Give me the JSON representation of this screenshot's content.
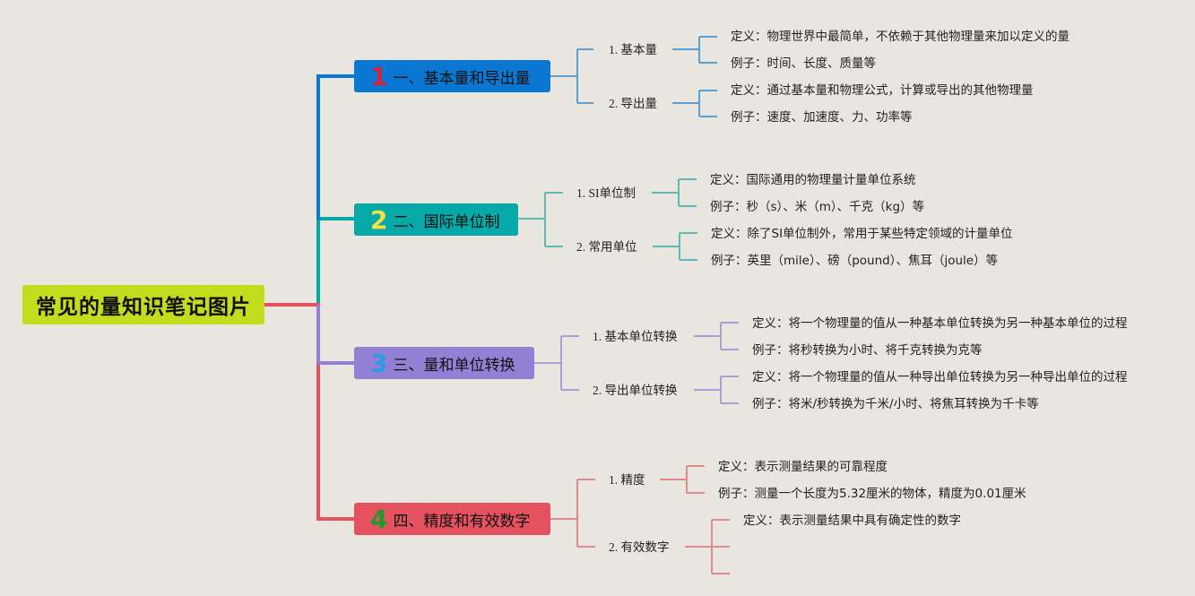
{
  "root": {
    "title": "常见的量知识笔记图片",
    "color": "#c3dc1e"
  },
  "branches": [
    {
      "num": "1",
      "label": "一、基本量和导出量",
      "color": "#0a78d2",
      "num_color": "#d8223a",
      "line_color": "#5b9fd3",
      "subs": [
        {
          "label": "1. 基本量",
          "leaves": [
            "定义：物理世界中最简单，不依赖于其他物理量来加以定义的量",
            "例子：时间、长度、质量等"
          ]
        },
        {
          "label": "2. 导出量",
          "leaves": [
            "定义：通过基本量和物理公式，计算或导出的其他物理量",
            "例子：速度、加速度、力、功率等"
          ]
        }
      ]
    },
    {
      "num": "2",
      "label": "二、国际单位制",
      "color": "#06a8a8",
      "num_color": "#f2e24a",
      "line_color": "#5fb9b6",
      "subs": [
        {
          "label": "1. SI单位制",
          "leaves": [
            "定义：国际通用的物理量计量单位系统",
            "例子：秒（s）、米（m）、千克（kg）等"
          ]
        },
        {
          "label": "2. 常用单位",
          "leaves": [
            "定义：除了SI单位制外，常用于某些特定领域的计量单位",
            "例子：英里（mile）、磅（pound）、焦耳（joule）等"
          ]
        }
      ]
    },
    {
      "num": "3",
      "label": "三、量和单位转换",
      "color": "#9180d4",
      "num_color": "#2a9be2",
      "line_color": "#a99fd6",
      "subs": [
        {
          "label": "1. 基本单位转换",
          "leaves": [
            "定义：将一个物理量的值从一种基本单位转换为另一种基本单位的过程",
            "例子：将秒转换为小时、将千克转换为克等"
          ]
        },
        {
          "label": "2. 导出单位转换",
          "leaves": [
            "定义：将一个物理量的值从一种导出单位转换为另一种导出单位的过程",
            "例子：将米/秒转换为千米/小时、将焦耳转换为千卡等"
          ]
        }
      ]
    },
    {
      "num": "4",
      "label": "四、精度和有效数字",
      "color": "#e4515f",
      "num_color": "#1e9b2a",
      "line_color": "#e08a90",
      "subs": [
        {
          "label": "1. 精度",
          "leaves": [
            "定义：表示测量结果的可靠程度",
            "例子：测量一个长度为5.32厘米的物体，精度为0.01厘米"
          ]
        },
        {
          "label": "2. 有效数字",
          "leaves": [
            "定义：表示测量结果中具有确定性的数字"
          ]
        }
      ]
    }
  ]
}
